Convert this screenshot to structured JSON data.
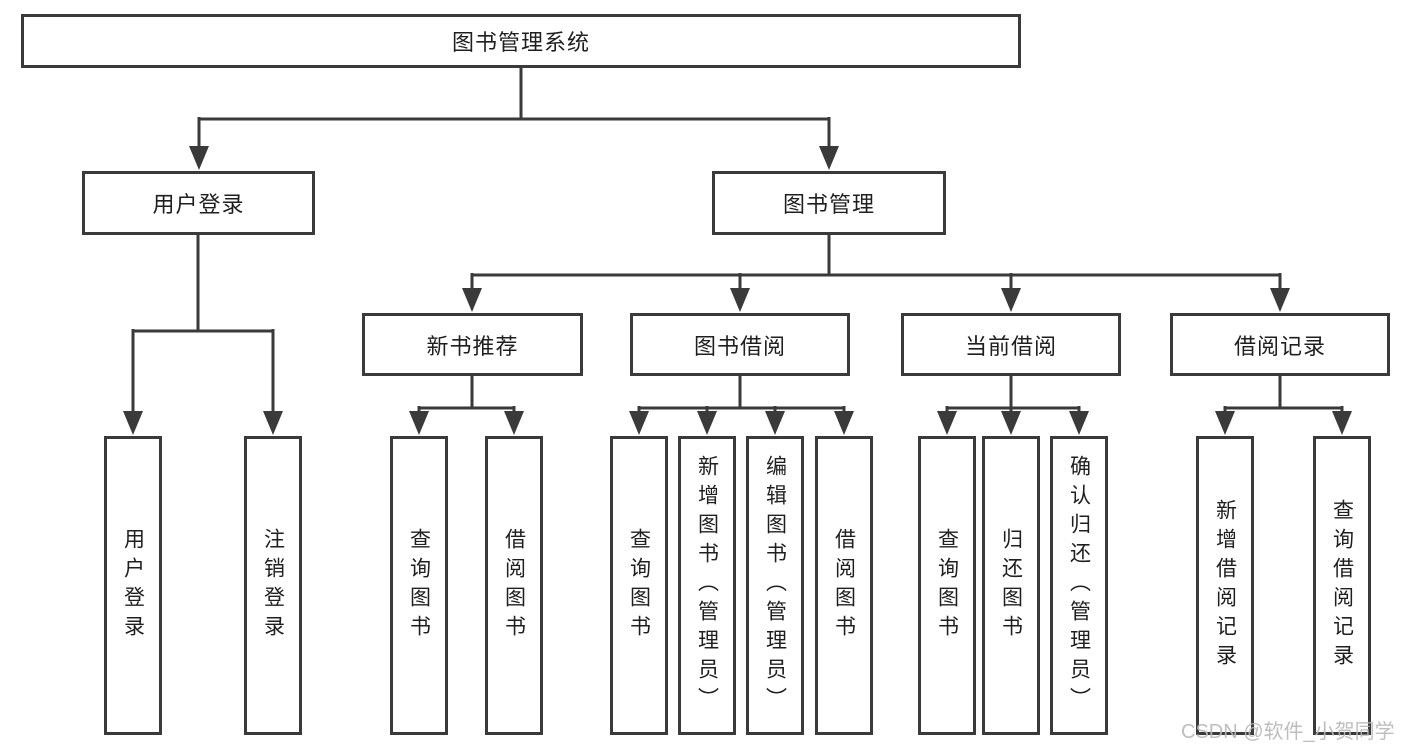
{
  "diagram": {
    "type": "hierarchy-tree",
    "root": {
      "label": "图书管理系统"
    },
    "branches": [
      {
        "label": "用户登录",
        "children": [
          {
            "label": "用户登录"
          },
          {
            "label": "注销登录"
          }
        ]
      },
      {
        "label": "图书管理",
        "children": [
          {
            "label": "新书推荐",
            "children": [
              {
                "label": "查询图书"
              },
              {
                "label": "借阅图书"
              }
            ]
          },
          {
            "label": "图书借阅",
            "children": [
              {
                "label": "查询图书"
              },
              {
                "label": "新增图书（管理员）"
              },
              {
                "label": "编辑图书（管理员）"
              },
              {
                "label": "借阅图书"
              }
            ]
          },
          {
            "label": "当前借阅",
            "children": [
              {
                "label": "查询图书"
              },
              {
                "label": "归还图书"
              },
              {
                "label": "确认归还（管理员）"
              }
            ]
          },
          {
            "label": "借阅记录",
            "children": [
              {
                "label": "新增借阅记录"
              },
              {
                "label": "查询借阅记录"
              }
            ]
          }
        ]
      }
    ]
  },
  "watermark": {
    "text": "CSDN @软件_小贺同学"
  },
  "colors": {
    "line": "#3a3a3a",
    "box_border": "#3a3a3a",
    "text": "#1f1f1f",
    "background": "#ffffff",
    "watermark": "#b9b9b9"
  }
}
